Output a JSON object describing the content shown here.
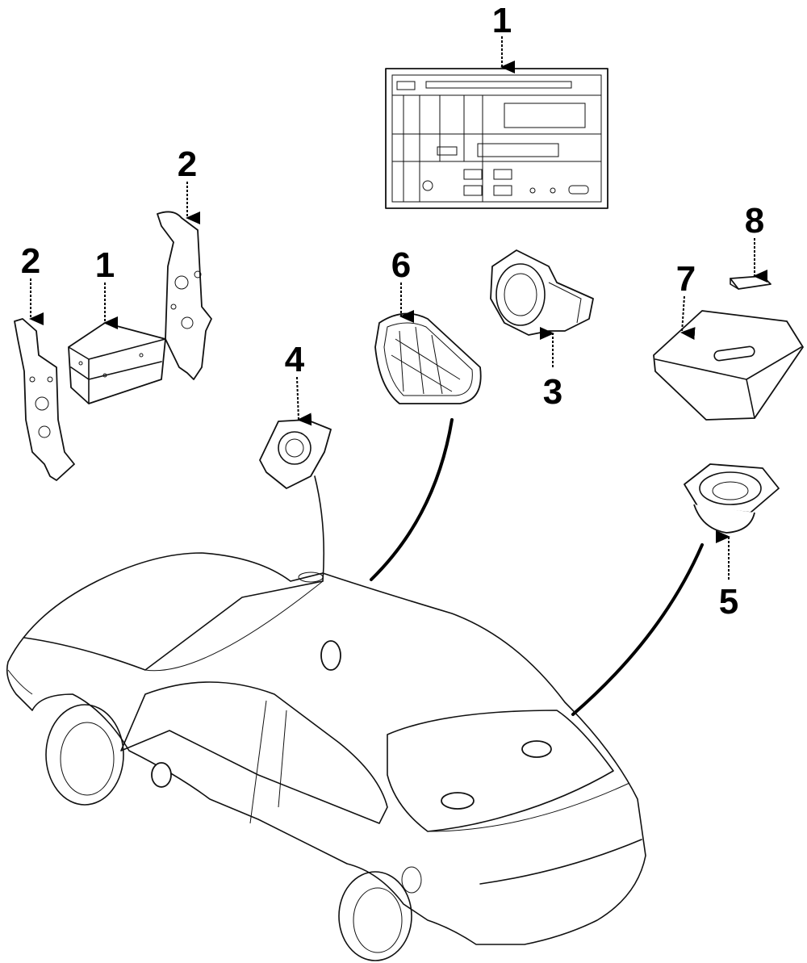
{
  "diagram": {
    "callouts": [
      {
        "id": "radio-top",
        "label": "1"
      },
      {
        "id": "bracket-right",
        "label": "2"
      },
      {
        "id": "bracket-left",
        "label": "2"
      },
      {
        "id": "radio-unit",
        "label": "1"
      },
      {
        "id": "grille",
        "label": "6"
      },
      {
        "id": "tweeter-housing",
        "label": "3"
      },
      {
        "id": "amplifier",
        "label": "7"
      },
      {
        "id": "clip",
        "label": "8"
      },
      {
        "id": "small-speaker",
        "label": "4"
      },
      {
        "id": "rear-speaker",
        "label": "5"
      }
    ]
  }
}
